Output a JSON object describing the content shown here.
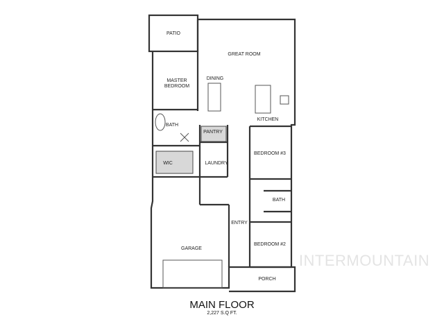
{
  "title": "MAIN FLOOR",
  "area": "2,227 S.Q FT.",
  "watermark": "INTERMOUNTAIN",
  "rooms": {
    "patio": "PATIO",
    "great_room": "GREAT ROOM",
    "dining": "DINING",
    "master_bedroom_1": "MASTER",
    "master_bedroom_2": "BEDROOM",
    "kitchen": "KITCHEN",
    "master_bath": "BATH",
    "pantry": "PANTRY",
    "bedroom3": "BEDROOM #3",
    "wic": "WIC",
    "laundry": "LAUNDRY",
    "bath2": "BATH",
    "entry": "ENTRY",
    "garage": "GARAGE",
    "bedroom2": "BEDROOM #2",
    "porch": "PORCH"
  }
}
